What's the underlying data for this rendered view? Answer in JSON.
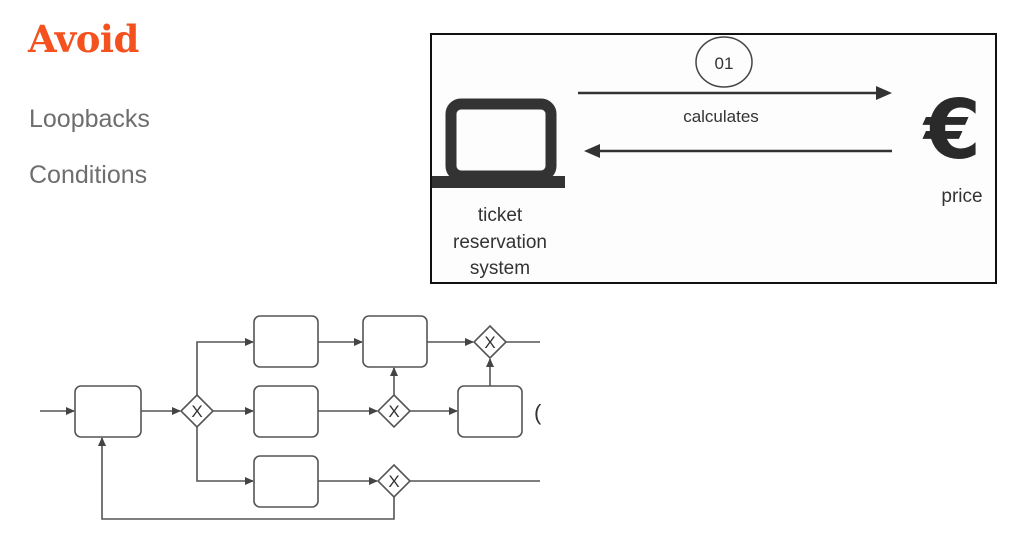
{
  "heading": "Avoid",
  "bullets": [
    "Loopbacks",
    "Conditions"
  ],
  "colors": {
    "accent": "#f4511e",
    "bullet_text": "#6e6e6e",
    "diagram_stroke": "#444444"
  },
  "illustration": {
    "step_number": "01",
    "actor_label_lines": [
      "ticket",
      "reservation",
      "system"
    ],
    "action_label": "calculates",
    "target_label": "price",
    "actor_icon": "laptop-icon",
    "target_icon": "euro-icon",
    "target_symbol": "€"
  },
  "process_diagram": {
    "type": "bpmn-flow",
    "gateway_symbol": "X",
    "tasks": [
      "start-task",
      "upper-branch-task",
      "middle-branch-task",
      "lower-branch-task",
      "upper-follow-task",
      "middle-follow-task"
    ],
    "gateways": [
      "split-gateway",
      "middle-gateway",
      "upper-merge-gateway",
      "lower-gateway"
    ],
    "clipped_glyph": "("
  }
}
